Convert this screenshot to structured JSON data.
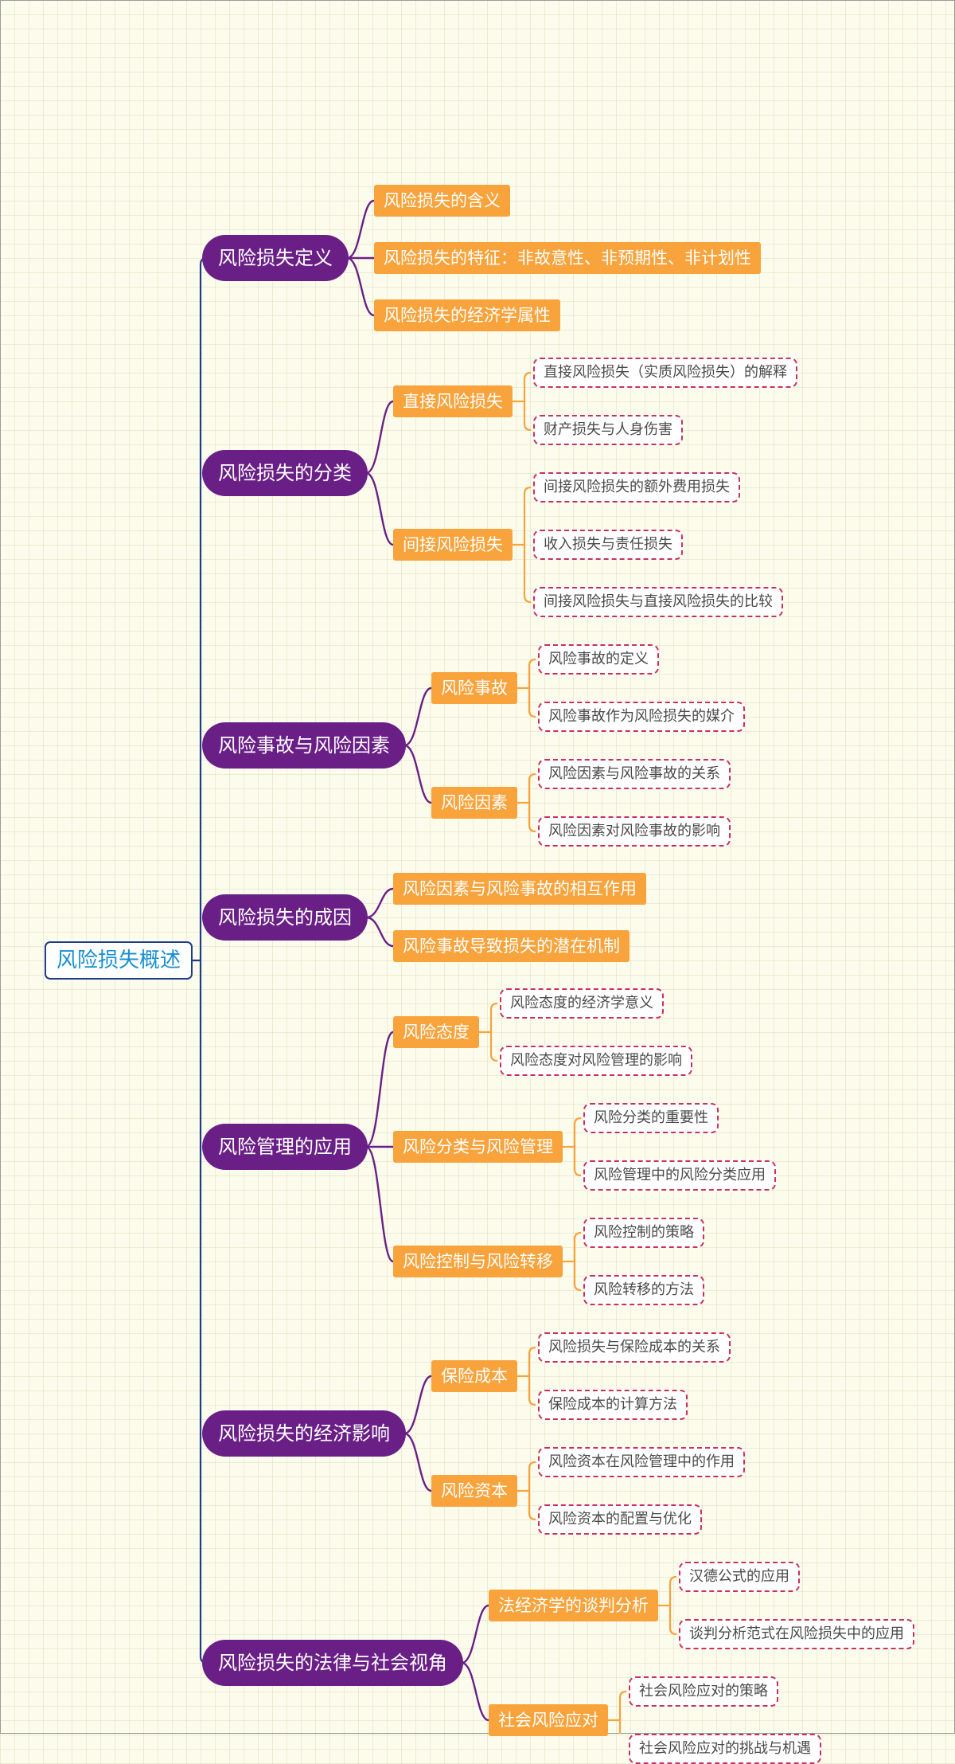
{
  "root": "风险损失概述",
  "branches": [
    {
      "label": "风险损失定义",
      "children": [
        {
          "label": "风险损失的含义",
          "children": []
        },
        {
          "label": "风险损失的特征：非故意性、非预期性、非计划性",
          "children": []
        },
        {
          "label": "风险损失的经济学属性",
          "children": []
        }
      ]
    },
    {
      "label": "风险损失的分类",
      "children": [
        {
          "label": "直接风险损失",
          "children": [
            "直接风险损失（实质风险损失）的解释",
            "财产损失与人身伤害"
          ]
        },
        {
          "label": "间接风险损失",
          "children": [
            "间接风险损失的额外费用损失",
            "收入损失与责任损失",
            "间接风险损失与直接风险损失的比较"
          ]
        }
      ]
    },
    {
      "label": "风险事故与风险因素",
      "children": [
        {
          "label": "风险事故",
          "children": [
            "风险事故的定义",
            "风险事故作为风险损失的媒介"
          ]
        },
        {
          "label": "风险因素",
          "children": [
            "风险因素与风险事故的关系",
            "风险因素对风险事故的影响"
          ]
        }
      ]
    },
    {
      "label": "风险损失的成因",
      "children": [
        {
          "label": "风险因素与风险事故的相互作用",
          "children": []
        },
        {
          "label": "风险事故导致损失的潜在机制",
          "children": []
        }
      ]
    },
    {
      "label": "风险管理的应用",
      "children": [
        {
          "label": "风险态度",
          "children": [
            "风险态度的经济学意义",
            "风险态度对风险管理的影响"
          ]
        },
        {
          "label": "风险分类与风险管理",
          "children": [
            "风险分类的重要性",
            "风险管理中的风险分类应用"
          ]
        },
        {
          "label": "风险控制与风险转移",
          "children": [
            "风险控制的策略",
            "风险转移的方法"
          ]
        }
      ]
    },
    {
      "label": "风险损失的经济影响",
      "children": [
        {
          "label": "保险成本",
          "children": [
            "风险损失与保险成本的关系",
            "保险成本的计算方法"
          ]
        },
        {
          "label": "风险资本",
          "children": [
            "风险资本在风险管理中的作用",
            "风险资本的配置与优化"
          ]
        }
      ]
    },
    {
      "label": "风险损失的法律与社会视角",
      "children": [
        {
          "label": "法经济学的谈判分析",
          "children": [
            "汉德公式的应用",
            "谈判分析范式在风险损失中的应用"
          ]
        },
        {
          "label": "社会风险应对",
          "children": [
            "社会风险应对的策略",
            "社会风险应对的挑战与机遇"
          ]
        }
      ]
    }
  ],
  "colors": {
    "root_border": "#1f3c88",
    "root_text": "#1a8fd0",
    "branch": "#6a1f87",
    "sub": "#f8a33c",
    "leaf_border": "#c9315d"
  }
}
